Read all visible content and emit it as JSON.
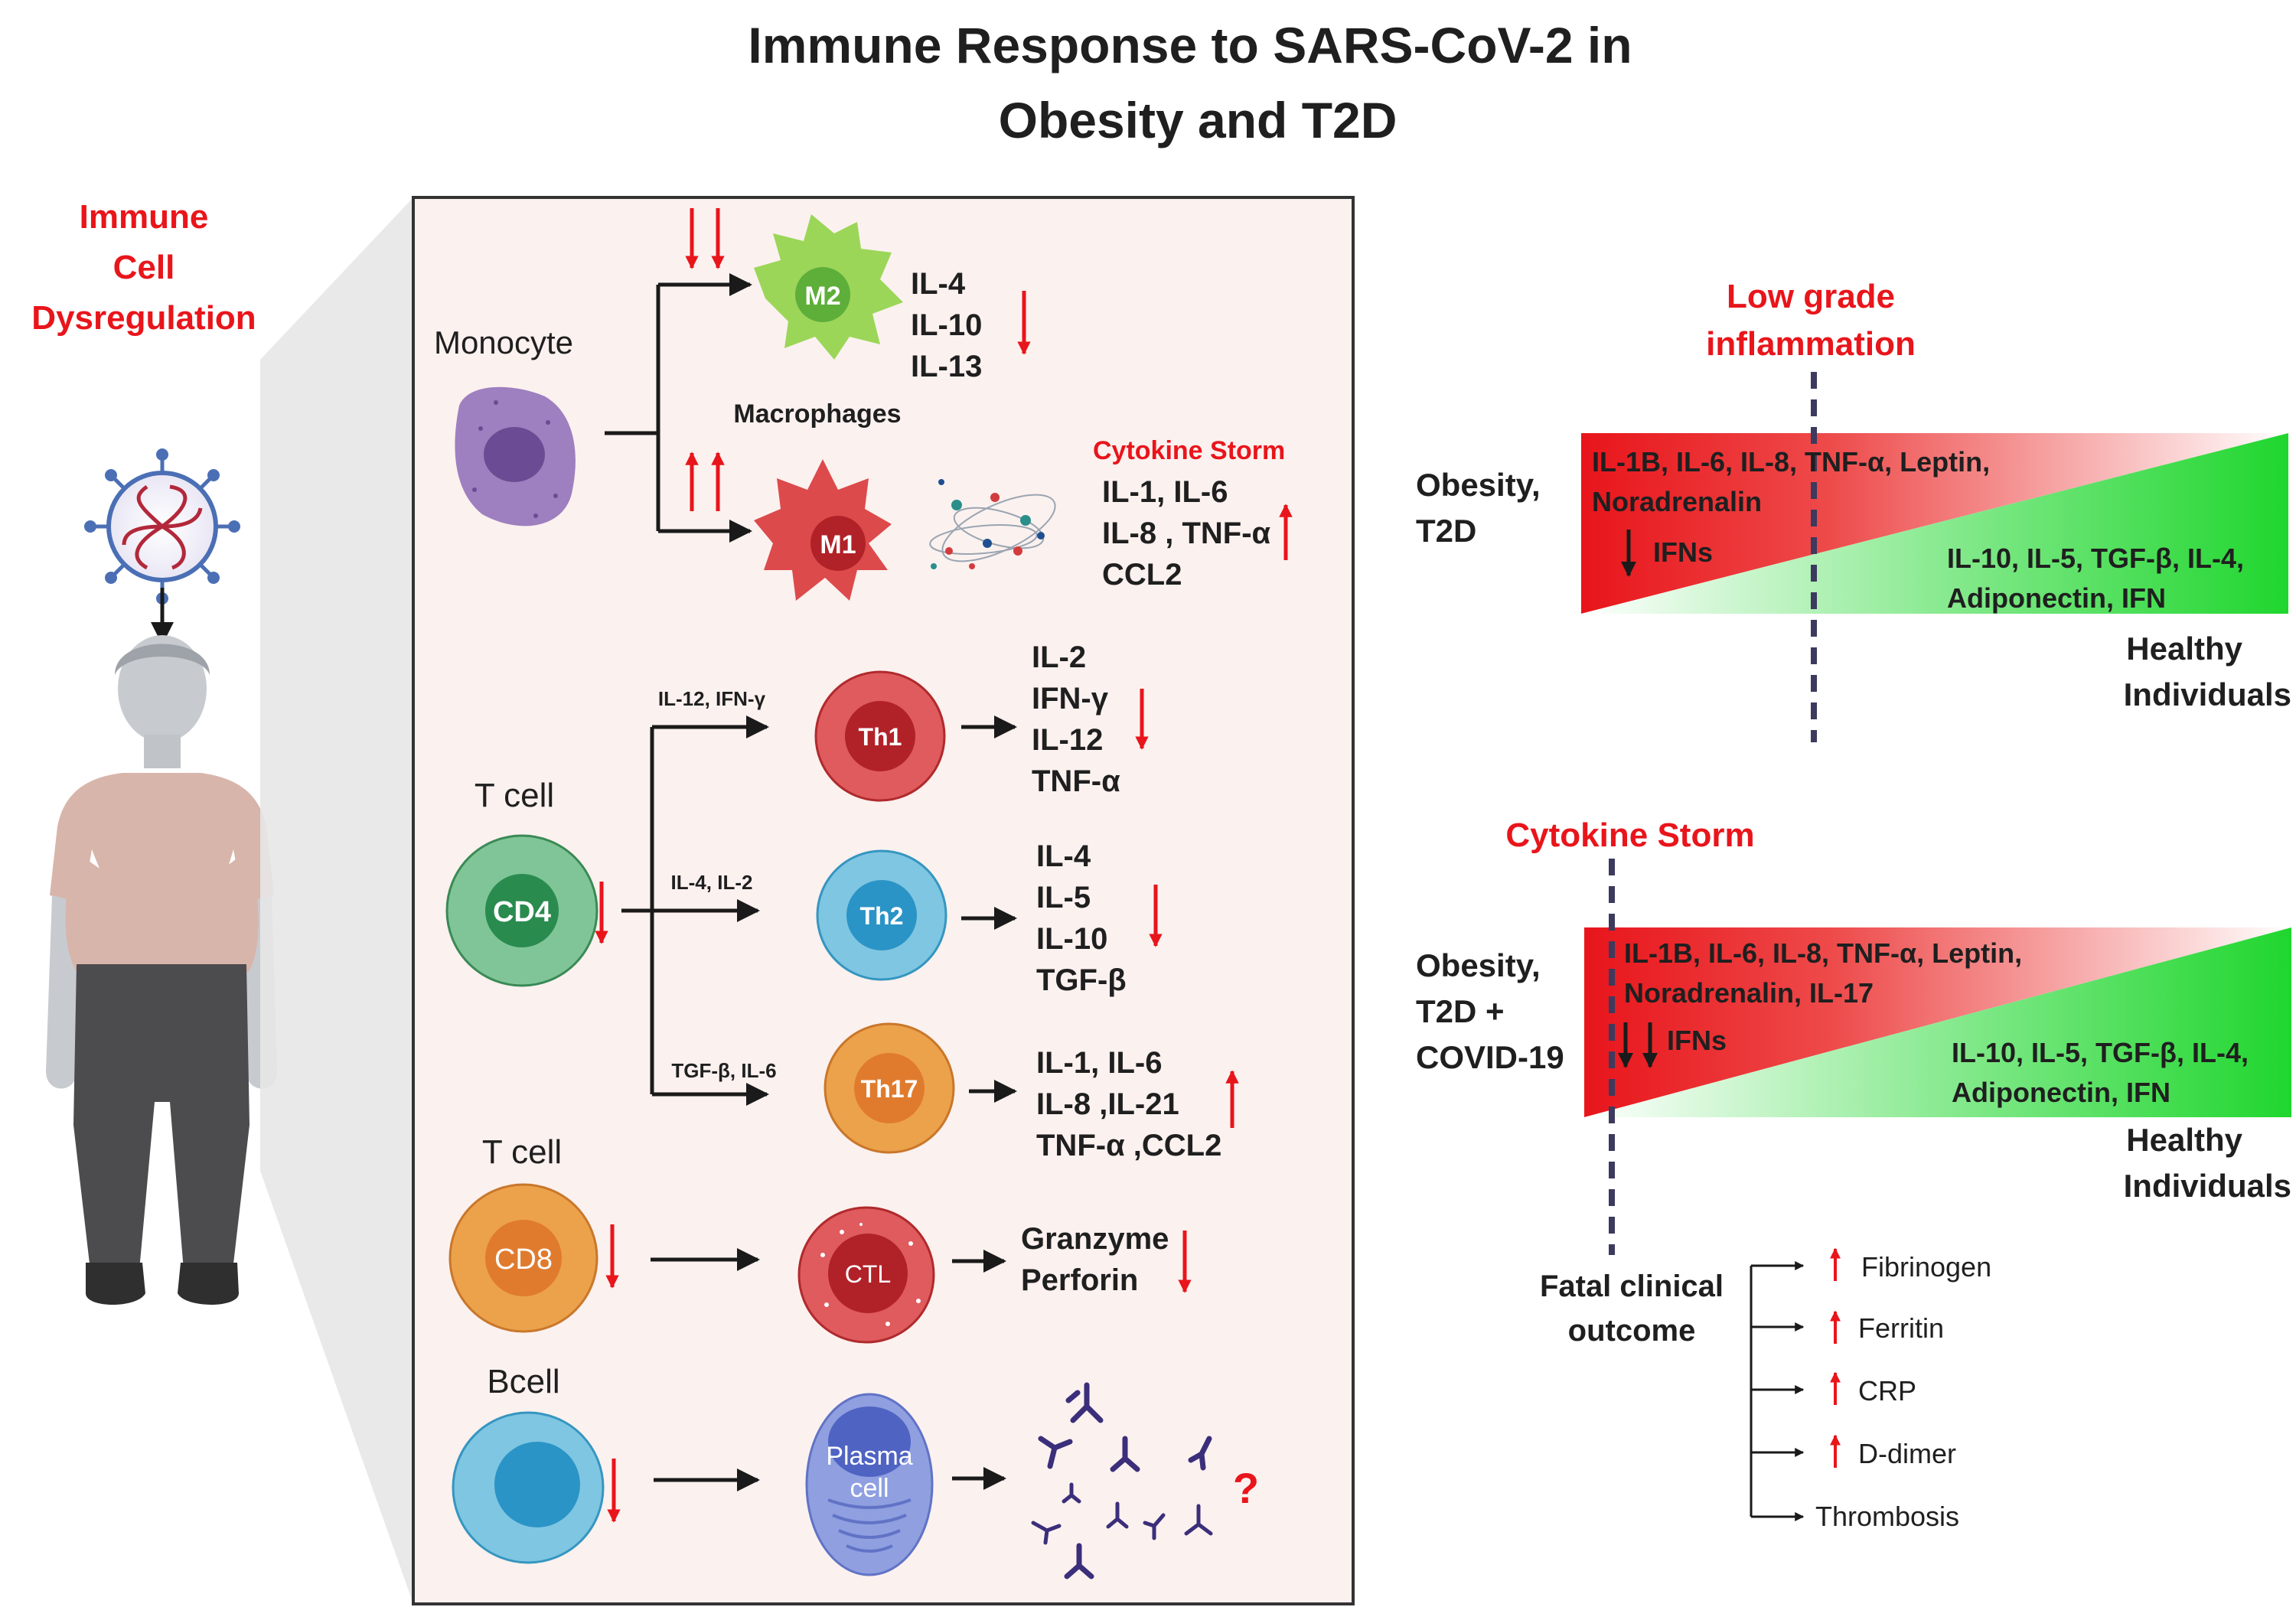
{
  "title": {
    "line1": "Immune Response to SARS-CoV-2  in",
    "line2": "Obesity and T2D"
  },
  "left_label": {
    "line1": "Immune",
    "line2": "Cell",
    "line3": "Dysregulation"
  },
  "panel": {
    "monocyte_label": "Monocyte",
    "macrophages_label": "Macrophages",
    "m2": {
      "label": "M2",
      "cytokines": [
        "IL-4",
        "IL-10",
        "IL-13"
      ]
    },
    "m1": {
      "label": "M1",
      "storm_label": "Cytokine Storm",
      "cytokines": [
        "IL-1, IL-6",
        "IL-8 , TNF-α",
        "CCL2"
      ]
    },
    "tcell_cd4": {
      "title": "T cell",
      "label": "CD4"
    },
    "paths": {
      "th1": "IL-12, IFN-γ",
      "th2": "IL-4, IL-2",
      "th17": "TGF-β, IL-6"
    },
    "th1": {
      "label": "Th1",
      "cytokines": [
        "IL-2",
        "IFN-γ",
        "IL-12",
        "TNF-α"
      ]
    },
    "th2": {
      "label": "Th2",
      "cytokines": [
        "IL-4",
        "IL-5",
        "IL-10",
        "TGF-β"
      ]
    },
    "th17": {
      "label": "Th17",
      "cytokines": [
        "IL-1, IL-6",
        "IL-8 ,IL-21",
        "TNF-α ,CCL2"
      ]
    },
    "tcell_cd8": {
      "title": "T cell",
      "label": "CD8"
    },
    "ctl": {
      "label": "CTL",
      "products": [
        "Granzyme",
        "Perforin"
      ]
    },
    "bcell": {
      "title": "Bcell",
      "plasma_line1": "Plasma",
      "plasma_line2": "cell",
      "unknown": "?"
    }
  },
  "right": {
    "top": {
      "annotation_line1": "Low grade",
      "annotation_line2": "inflammation",
      "group_line1": "Obesity,",
      "group_line2": "T2D",
      "red_line1": "IL-1B, IL-6, IL-8, TNF-α, Leptin,",
      "red_line2": "Noradrenalin",
      "ifn": "IFNs",
      "green_line1": "IL-10, IL-5, TGF-β, IL-4,",
      "green_line2": "Adiponectin, IFN",
      "healthy_line1": "Healthy",
      "healthy_line2": "Individuals"
    },
    "bottom": {
      "annotation": "Cytokine Storm",
      "group_line1": "Obesity,",
      "group_line2": "T2D +",
      "group_line3": "COVID-19",
      "red_line1": "IL-1B, IL-6, IL-8, TNF-α, Leptin,",
      "red_line2": "Noradrenalin, IL-17",
      "ifn": "IFNs",
      "green_line1": "IL-10, IL-5, TGF-β, IL-4,",
      "green_line2": "Adiponectin, IFN",
      "healthy_line1": "Healthy",
      "healthy_line2": "Individuals"
    },
    "outcome": {
      "line1": "Fatal clinical",
      "line2": "outcome",
      "markers": [
        "Fibrinogen",
        "Ferritin",
        "CRP",
        "D-dimer",
        "Thrombosis"
      ]
    }
  },
  "colors": {
    "red": "#e8151b",
    "green": "#1fd62e",
    "panel_bg": "#fbf1ef",
    "dashed_line": "#3c3a5e"
  }
}
